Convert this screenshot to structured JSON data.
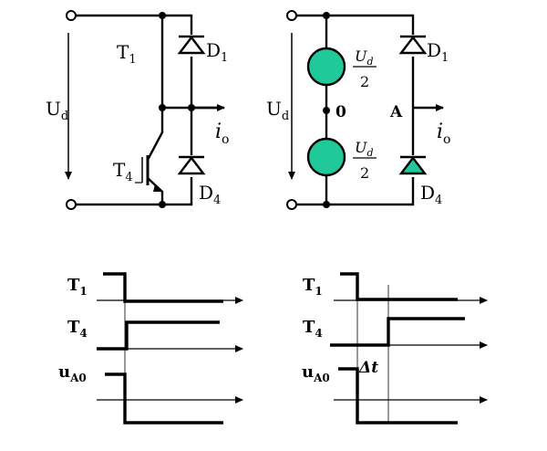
{
  "left_circuit": {
    "source_label": "U",
    "source_sub": "d",
    "switch_top": "T",
    "switch_top_sub": "1",
    "switch_bottom": "T",
    "switch_bottom_sub": "4",
    "diode_top": "D",
    "diode_top_sub": "1",
    "diode_bottom": "D",
    "diode_bottom_sub": "4",
    "output_label": "i",
    "output_sub": "o"
  },
  "right_circuit": {
    "source_label": "U",
    "source_sub": "d",
    "cap_top_num": "U",
    "cap_top_num_sub": "d",
    "cap_top_den": "2",
    "cap_bottom_num": "U",
    "cap_bottom_num_sub": "d",
    "cap_bottom_den": "2",
    "midpoint_label": "0",
    "node_a_label": "A",
    "diode_top": "D",
    "diode_top_sub": "1",
    "diode_bottom": "D",
    "diode_bottom_sub": "4",
    "output_label": "i",
    "output_sub": "o",
    "fill_color": "#1fc99a"
  },
  "left_waveforms": {
    "row1": "T",
    "row1_sub": "1",
    "row2": "T",
    "row2_sub": "4",
    "row3": "u",
    "row3_sub": "A0"
  },
  "right_waveforms": {
    "row1": "T",
    "row1_sub": "1",
    "row2": "T",
    "row2_sub": "4",
    "row3": "u",
    "row3_sub": "A0",
    "deadtime_label": "Δt"
  }
}
